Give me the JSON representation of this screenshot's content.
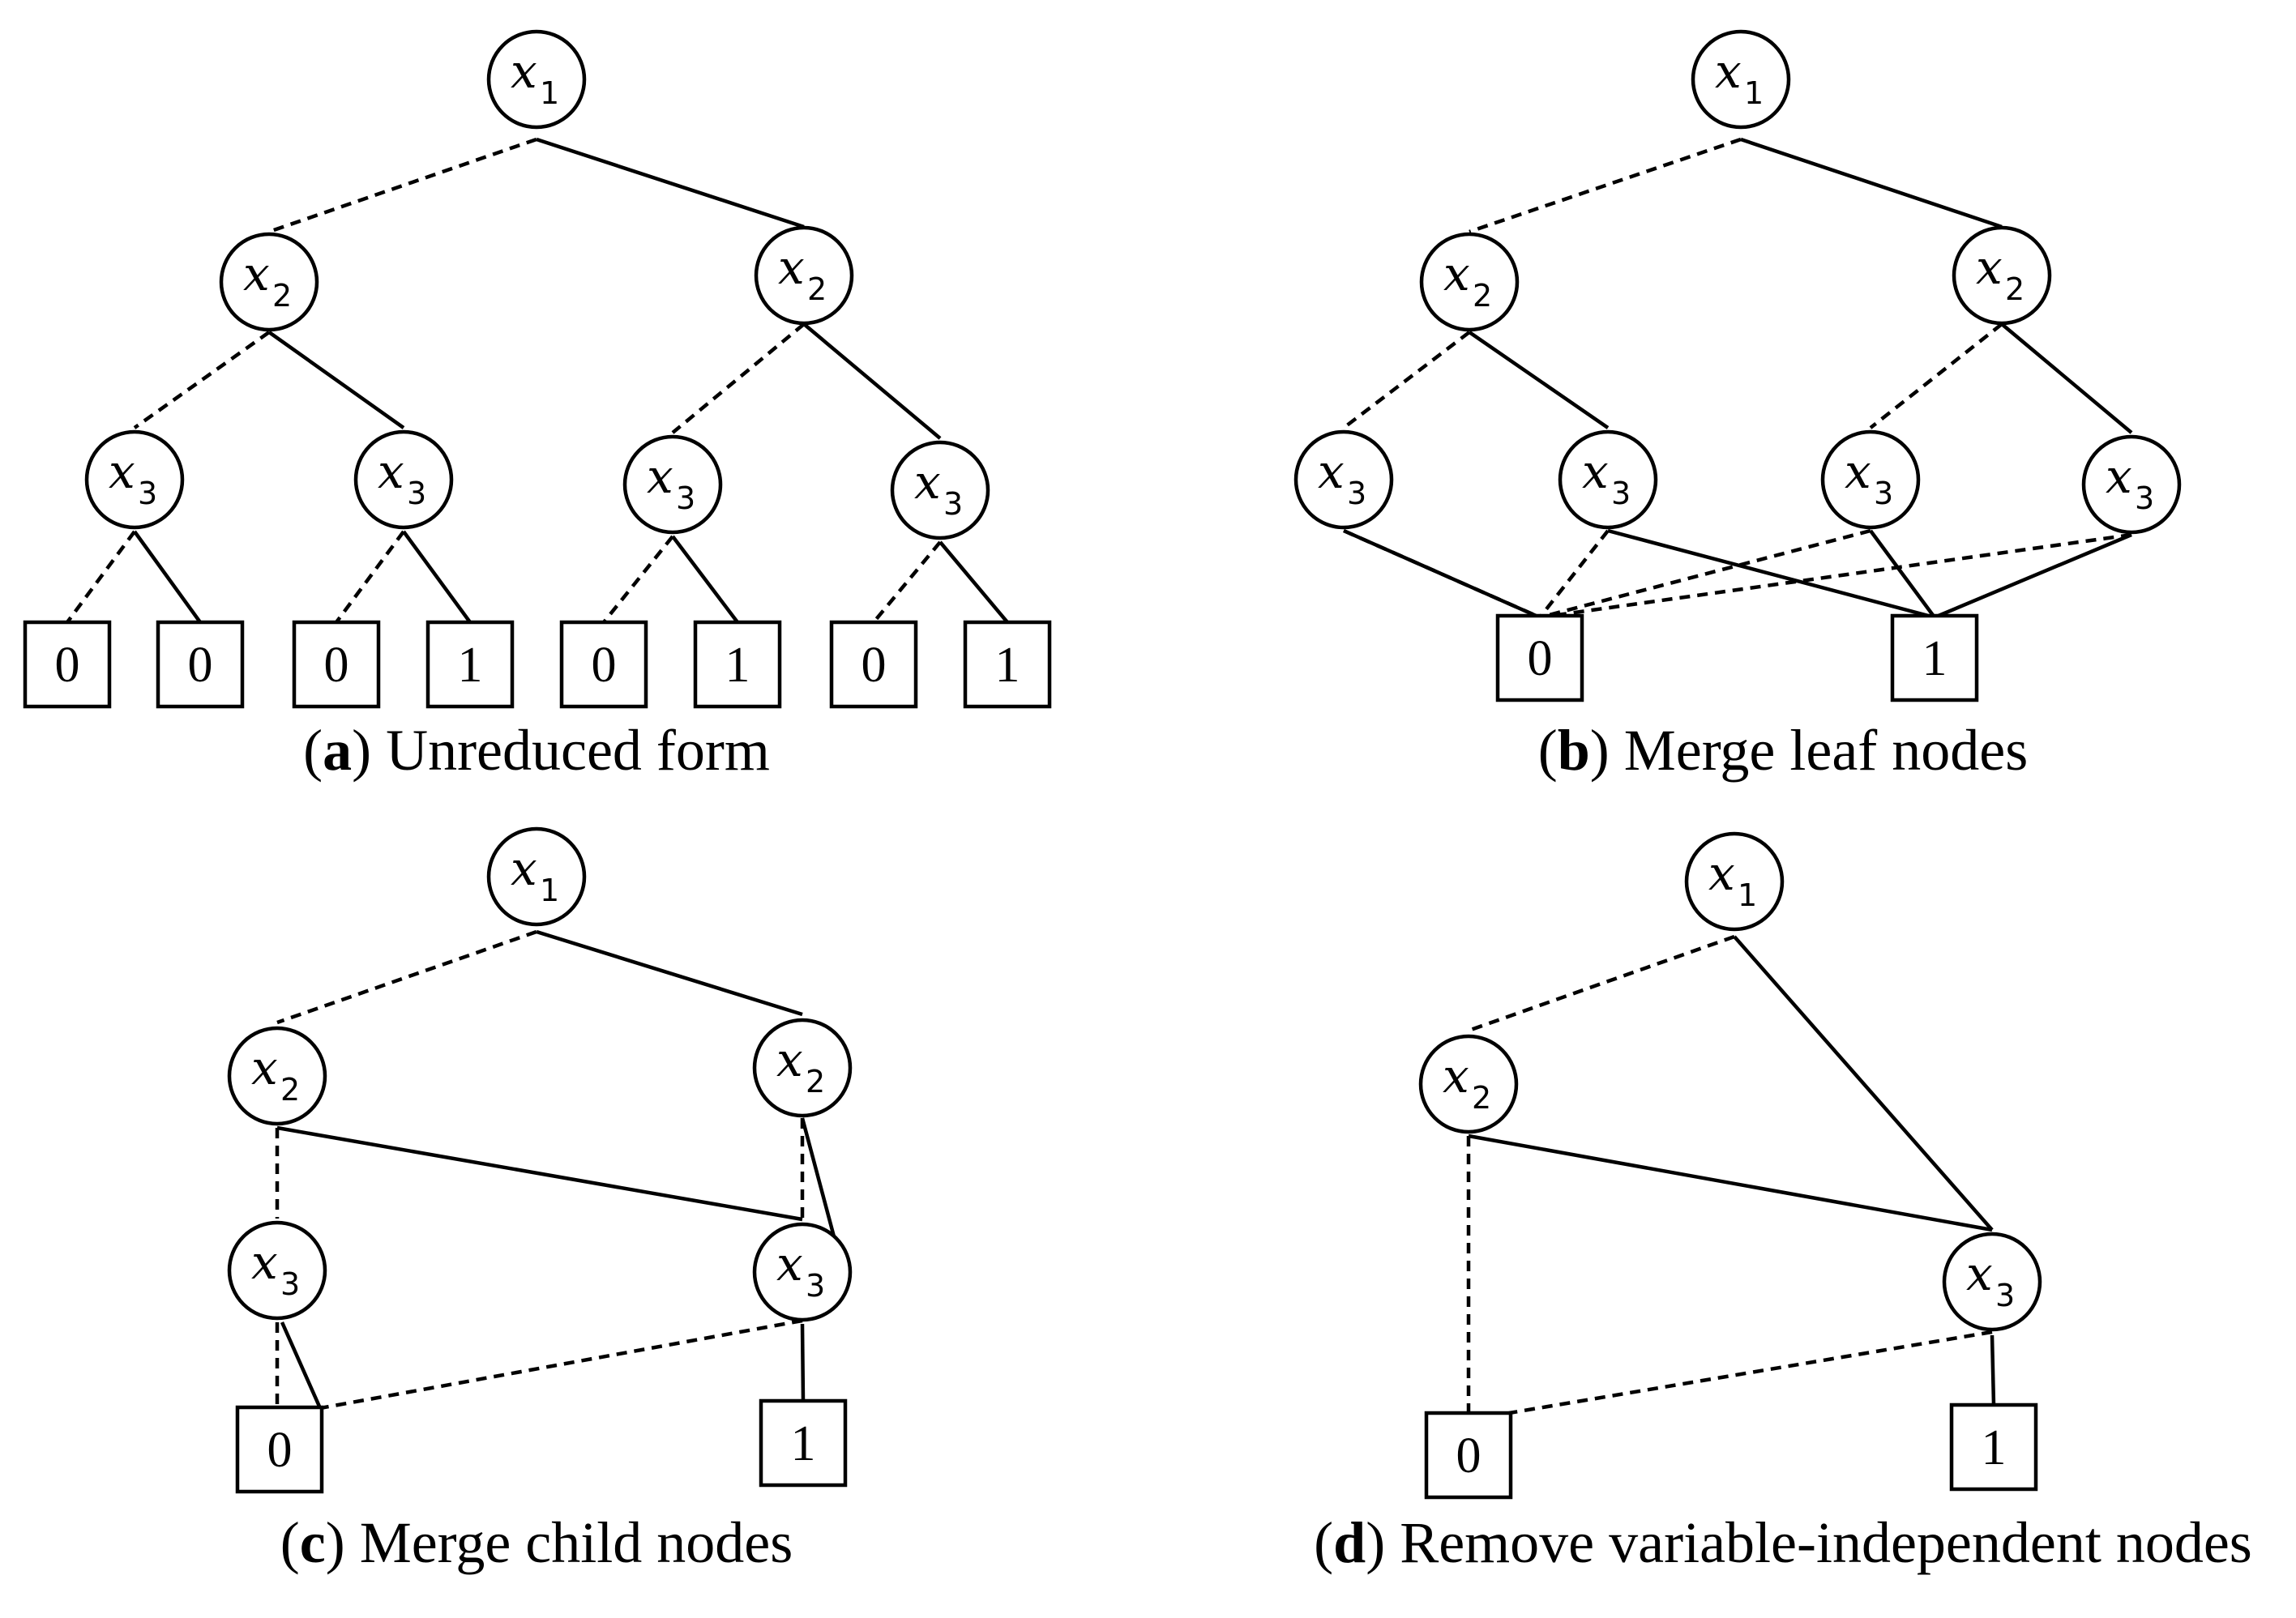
{
  "panels": [
    {
      "id": "a",
      "caption": {
        "letter": "a",
        "text": "Unreduced form"
      },
      "nodes": [
        {
          "id": "n1",
          "var": "x",
          "sub": "1"
        },
        {
          "id": "n2",
          "var": "x",
          "sub": "2"
        },
        {
          "id": "n3",
          "var": "x",
          "sub": "2"
        },
        {
          "id": "n4",
          "var": "x",
          "sub": "3"
        },
        {
          "id": "n5",
          "var": "x",
          "sub": "3"
        },
        {
          "id": "n6",
          "var": "x",
          "sub": "3"
        },
        {
          "id": "n7",
          "var": "x",
          "sub": "3"
        }
      ],
      "leaves": [
        {
          "id": "l1",
          "value": "0"
        },
        {
          "id": "l2",
          "value": "0"
        },
        {
          "id": "l3",
          "value": "0"
        },
        {
          "id": "l4",
          "value": "1"
        },
        {
          "id": "l5",
          "value": "0"
        },
        {
          "id": "l6",
          "value": "1"
        },
        {
          "id": "l7",
          "value": "0"
        },
        {
          "id": "l8",
          "value": "1"
        }
      ],
      "edges": [
        {
          "from": "n1",
          "to": "n2",
          "style": "dashed"
        },
        {
          "from": "n1",
          "to": "n3",
          "style": "solid"
        },
        {
          "from": "n2",
          "to": "n4",
          "style": "dashed"
        },
        {
          "from": "n2",
          "to": "n5",
          "style": "solid"
        },
        {
          "from": "n3",
          "to": "n6",
          "style": "dashed"
        },
        {
          "from": "n3",
          "to": "n7",
          "style": "solid"
        },
        {
          "from": "n4",
          "to": "l1",
          "style": "dashed"
        },
        {
          "from": "n4",
          "to": "l2",
          "style": "solid"
        },
        {
          "from": "n5",
          "to": "l3",
          "style": "dashed"
        },
        {
          "from": "n5",
          "to": "l4",
          "style": "solid"
        },
        {
          "from": "n6",
          "to": "l5",
          "style": "dashed"
        },
        {
          "from": "n6",
          "to": "l6",
          "style": "solid"
        },
        {
          "from": "n7",
          "to": "l7",
          "style": "dashed"
        },
        {
          "from": "n7",
          "to": "l8",
          "style": "solid"
        }
      ]
    },
    {
      "id": "b",
      "caption": {
        "letter": "b",
        "text": "Merge leaf nodes"
      },
      "nodes": [
        {
          "id": "n1",
          "var": "x",
          "sub": "1"
        },
        {
          "id": "n2",
          "var": "x",
          "sub": "2"
        },
        {
          "id": "n3",
          "var": "x",
          "sub": "2"
        },
        {
          "id": "n4",
          "var": "x",
          "sub": "3"
        },
        {
          "id": "n5",
          "var": "x",
          "sub": "3"
        },
        {
          "id": "n6",
          "var": "x",
          "sub": "3"
        },
        {
          "id": "n7",
          "var": "x",
          "sub": "3"
        }
      ],
      "leaves": [
        {
          "id": "l0",
          "value": "0"
        },
        {
          "id": "l1",
          "value": "1"
        }
      ],
      "edges": [
        {
          "from": "n1",
          "to": "n2",
          "style": "dashed"
        },
        {
          "from": "n1",
          "to": "n3",
          "style": "solid"
        },
        {
          "from": "n2",
          "to": "n4",
          "style": "dashed"
        },
        {
          "from": "n2",
          "to": "n5",
          "style": "solid"
        },
        {
          "from": "n3",
          "to": "n6",
          "style": "dashed"
        },
        {
          "from": "n3",
          "to": "n7",
          "style": "solid"
        },
        {
          "from": "n4",
          "to": "l0",
          "style": "dashed"
        },
        {
          "from": "n4",
          "to": "l0",
          "style": "solid"
        },
        {
          "from": "n5",
          "to": "l0",
          "style": "dashed"
        },
        {
          "from": "n5",
          "to": "l1",
          "style": "solid"
        },
        {
          "from": "n6",
          "to": "l0",
          "style": "dashed"
        },
        {
          "from": "n6",
          "to": "l1",
          "style": "solid"
        },
        {
          "from": "n7",
          "to": "l0",
          "style": "dashed"
        },
        {
          "from": "n7",
          "to": "l1",
          "style": "solid"
        }
      ]
    },
    {
      "id": "c",
      "caption": {
        "letter": "c",
        "text": "Merge child nodes"
      },
      "nodes": [
        {
          "id": "n1",
          "var": "x",
          "sub": "1"
        },
        {
          "id": "n2",
          "var": "x",
          "sub": "2"
        },
        {
          "id": "n3",
          "var": "x",
          "sub": "2"
        },
        {
          "id": "n4",
          "var": "x",
          "sub": "3"
        },
        {
          "id": "n5",
          "var": "x",
          "sub": "3"
        }
      ],
      "leaves": [
        {
          "id": "l0",
          "value": "0"
        },
        {
          "id": "l1",
          "value": "1"
        }
      ],
      "edges": [
        {
          "from": "n1",
          "to": "n2",
          "style": "dashed"
        },
        {
          "from": "n1",
          "to": "n3",
          "style": "solid"
        },
        {
          "from": "n2",
          "to": "n4",
          "style": "dashed"
        },
        {
          "from": "n2",
          "to": "n5",
          "style": "solid"
        },
        {
          "from": "n3",
          "to": "n5",
          "style": "dashed"
        },
        {
          "from": "n3",
          "to": "n5",
          "style": "solid"
        },
        {
          "from": "n4",
          "to": "l0",
          "style": "dashed"
        },
        {
          "from": "n4",
          "to": "l0",
          "style": "solid"
        },
        {
          "from": "n5",
          "to": "l0",
          "style": "dashed"
        },
        {
          "from": "n5",
          "to": "l1",
          "style": "solid"
        }
      ]
    },
    {
      "id": "d",
      "caption": {
        "letter": "d",
        "text": "Remove variable-independent nodes"
      },
      "nodes": [
        {
          "id": "n1",
          "var": "x",
          "sub": "1"
        },
        {
          "id": "n2",
          "var": "x",
          "sub": "2"
        },
        {
          "id": "n5",
          "var": "x",
          "sub": "3"
        }
      ],
      "leaves": [
        {
          "id": "l0",
          "value": "0"
        },
        {
          "id": "l1",
          "value": "1"
        }
      ],
      "edges": [
        {
          "from": "n1",
          "to": "n2",
          "style": "dashed"
        },
        {
          "from": "n1",
          "to": "n5",
          "style": "solid"
        },
        {
          "from": "n2",
          "to": "l0",
          "style": "dashed"
        },
        {
          "from": "n2",
          "to": "n5",
          "style": "solid"
        },
        {
          "from": "n5",
          "to": "l0",
          "style": "dashed"
        },
        {
          "from": "n5",
          "to": "l1",
          "style": "solid"
        }
      ]
    }
  ]
}
